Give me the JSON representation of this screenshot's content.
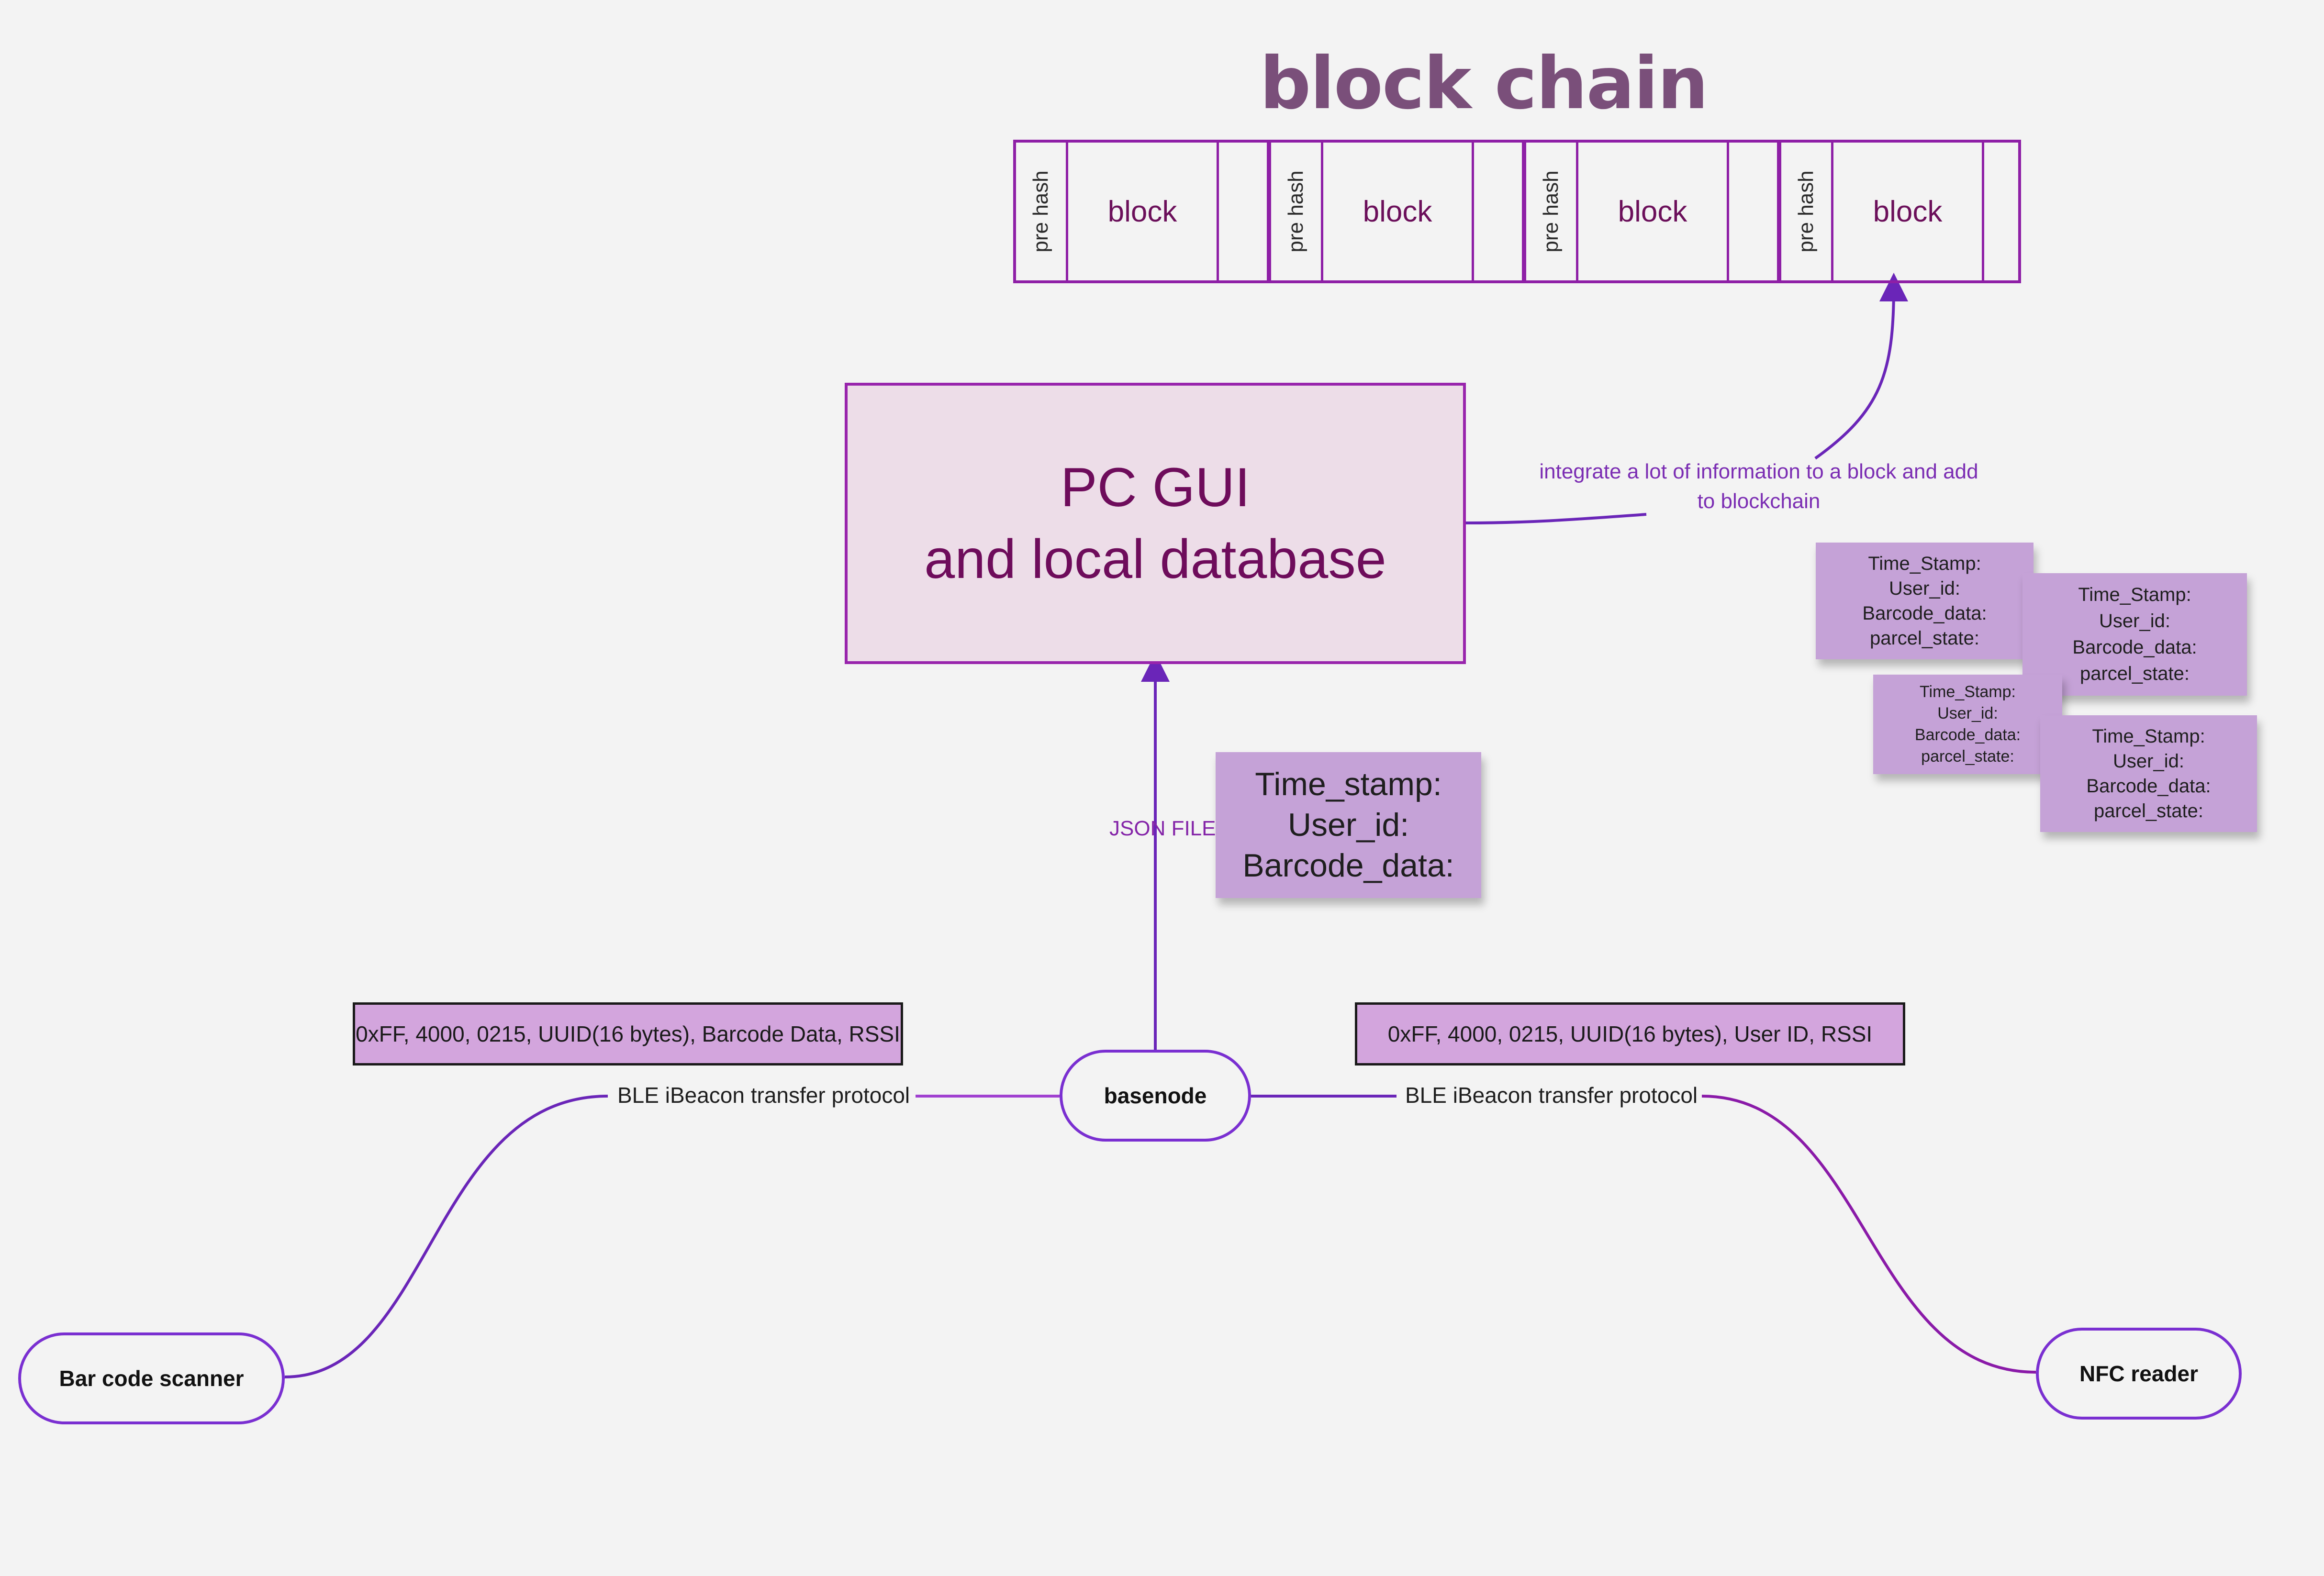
{
  "title": "block chain",
  "blockchain": {
    "blocks": [
      {
        "prehash": "pre hash",
        "label": "block"
      },
      {
        "prehash": "pre hash",
        "label": "block"
      },
      {
        "prehash": "pre hash",
        "label": "block"
      },
      {
        "prehash": "pre hash",
        "label": "block"
      }
    ]
  },
  "gui": {
    "line1": "PC GUI",
    "line2": "and local database"
  },
  "labels": {
    "integrate": "integrate a lot of information to a block and add to blockchain",
    "json": "JSON FILE",
    "ble_left": "BLE iBeacon transfer protocol",
    "ble_right": "BLE iBeacon transfer protocol"
  },
  "main_note": {
    "lines": [
      "Time_stamp:",
      "User_id:",
      "Barcode_data:"
    ]
  },
  "stamp_notes": [
    {
      "lines": [
        "Time_Stamp:",
        "User_id:",
        "Barcode_data:",
        "parcel_state:"
      ]
    },
    {
      "lines": [
        "Time_Stamp:",
        "User_id:",
        "Barcode_data:",
        "parcel_state:"
      ]
    },
    {
      "lines": [
        "Time_Stamp:",
        "User_id:",
        "Barcode_data:",
        "parcel_state:"
      ]
    },
    {
      "lines": [
        "Time_Stamp:",
        "User_id:",
        "Barcode_data:",
        "parcel_state:"
      ]
    }
  ],
  "packets": {
    "left": "0xFF, 4000, 0215, UUID(16 bytes), Barcode Data, RSSI",
    "right": "0xFF, 4000, 0215, UUID(16 bytes), User ID, RSSI"
  },
  "nodes": {
    "basenode": "basenode",
    "barcode": "Bar code scanner",
    "nfc": "NFC reader"
  },
  "colors": {
    "accent": "#8e1fa6",
    "connector": "#6a25b8",
    "note": "#c5a2d7",
    "packet": "#d3a5dd",
    "gui_fill": "#eddde8"
  }
}
